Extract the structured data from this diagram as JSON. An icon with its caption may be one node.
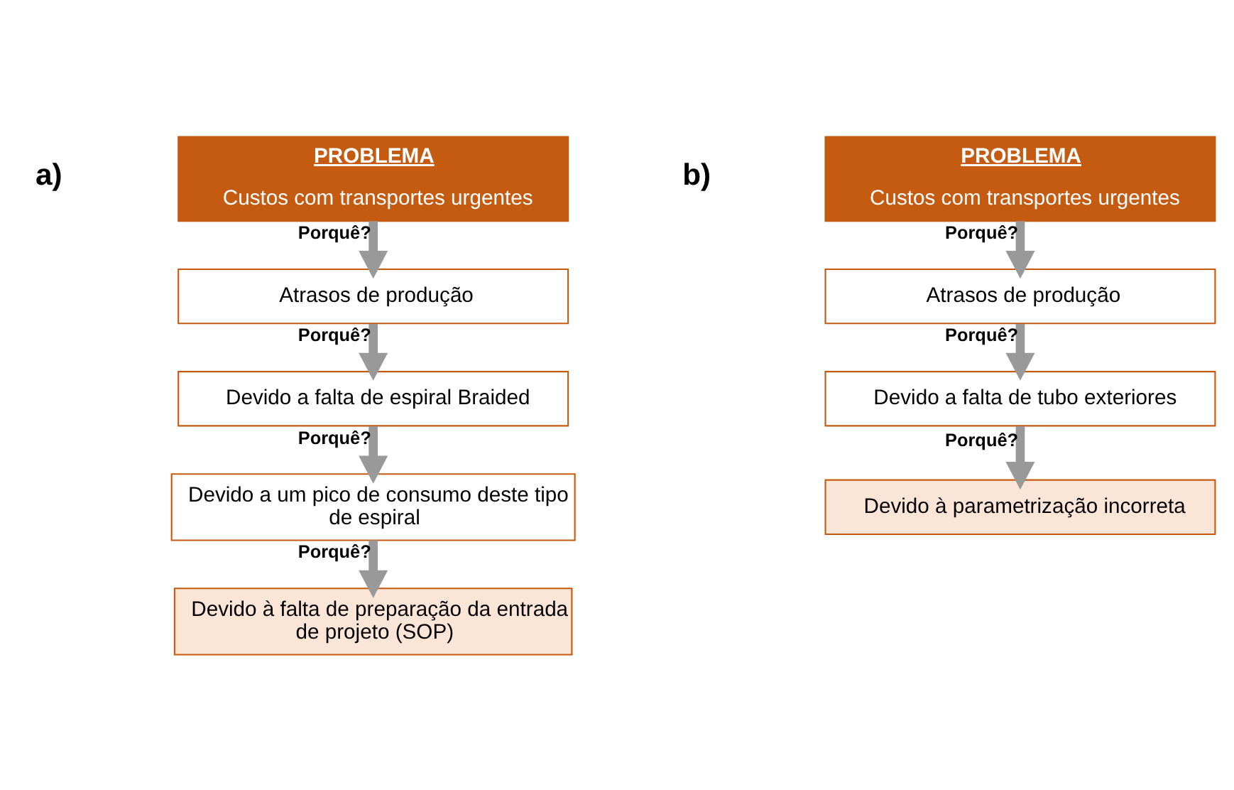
{
  "diagram": {
    "nodes": [
      {
        "text": [
          "PROBLEMA",
          "Custos com transportes urgentes"
        ]
      },
      {
        "text": [
          "Atrasos de produção"
        ]
      },
      {
        "text": [
          "Devido a falta de espiral Braided"
        ]
      },
      {
        "text": [
          "Devido a um pico de consumo deste tipo de espiral"
        ]
      },
      {
        "text": [
          "Devido à falta de preparação da entrada de projeto (SOP)"
        ]
      },
      {
        "text": [
          "PROBLEMA",
          "Custos com transportes urgentes"
        ]
      },
      {
        "text": [
          "Atrasos de produção"
        ]
      },
      {
        "text": [
          "Devido a falta de tubo exteriores"
        ]
      },
      {
        "text": [
          "Devido à parametrização incorreta"
        ]
      }
    ],
    "edges": [
      {
        "from": 0,
        "to": 1,
        "arrow": "to",
        "label": "Porquê?"
      },
      {
        "from": 1,
        "to": 2,
        "arrow": "to",
        "label": "Porquê?"
      },
      {
        "from": 2,
        "to": 3,
        "arrow": "to",
        "label": "Porquê?"
      },
      {
        "from": 3,
        "to": 4,
        "arrow": "to",
        "label": "Porquê?"
      },
      {
        "from": 5,
        "to": 6,
        "arrow": "to",
        "label": "Porquê?"
      },
      {
        "from": 6,
        "to": 7,
        "arrow": "to",
        "label": "Porquê?"
      },
      {
        "from": 7,
        "to": 8,
        "arrow": "to",
        "label": "Porquê?"
      }
    ],
    "labels": [
      "a)",
      "b)"
    ]
  }
}
